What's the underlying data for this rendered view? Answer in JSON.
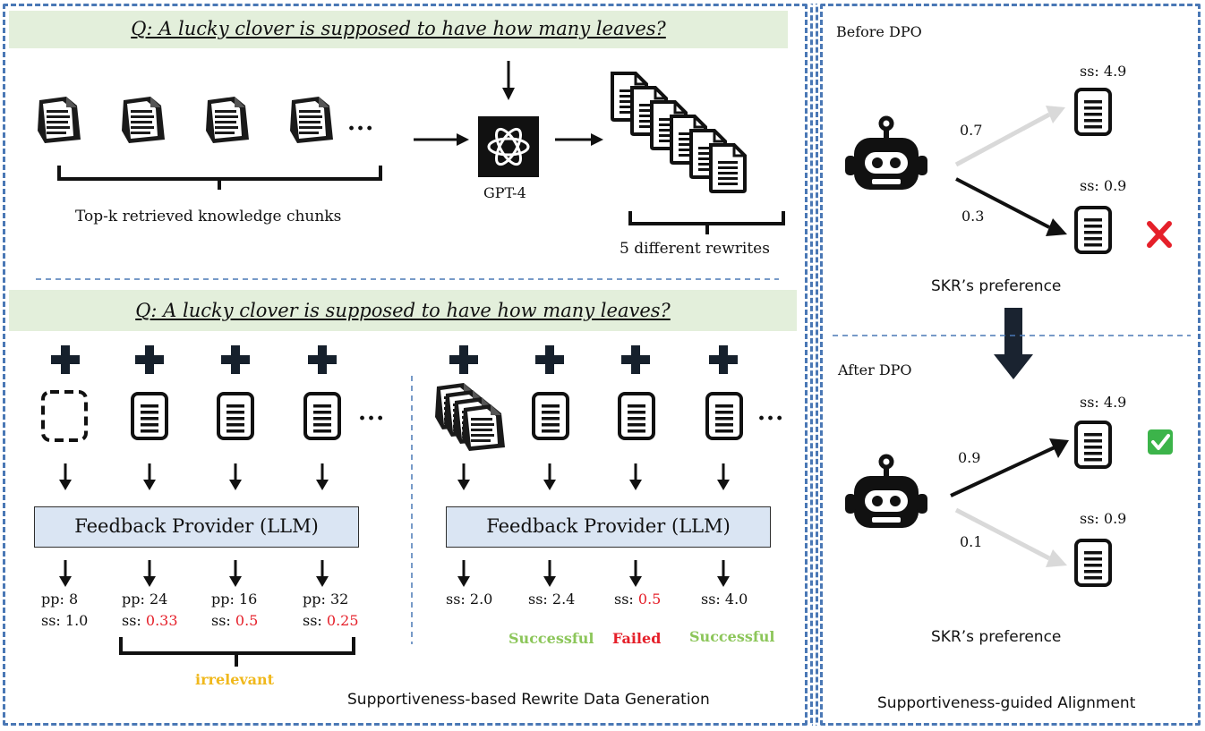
{
  "left_top": {
    "question": "Q: A lucky clover is supposed to have how many leaves?",
    "chunks_label": "Top-k retrieved knowledge chunks",
    "gpt_label": "GPT-4",
    "rewrites_label": "5 different rewrites",
    "ellipsis": "..."
  },
  "left_bottom": {
    "question": "Q: A lucky clover is supposed to have how many leaves?",
    "feedback_provider_label": "Feedback Provider (LLM)",
    "pp_group": [
      {
        "pp": "pp: 8",
        "ss_prefix": "ss: ",
        "ss": "1.0",
        "ss_color": "#111111"
      },
      {
        "pp": "pp: 24",
        "ss_prefix": "ss: ",
        "ss": "0.33",
        "ss_color": "#e5202a"
      },
      {
        "pp": "pp: 16",
        "ss_prefix": "ss: ",
        "ss": "0.5",
        "ss_color": "#e5202a"
      },
      {
        "pp": "pp: 32",
        "ss_prefix": "ss: ",
        "ss": "0.25",
        "ss_color": "#e5202a"
      }
    ],
    "ss_group": [
      {
        "ss_prefix": "ss: ",
        "ss": "2.0",
        "ss_color": "#111111",
        "status": ""
      },
      {
        "ss_prefix": "ss: ",
        "ss": "2.4",
        "ss_color": "#111111",
        "status": "Successful"
      },
      {
        "ss_prefix": "ss: ",
        "ss": "0.5",
        "ss_color": "#e5202a",
        "status": "Failed"
      },
      {
        "ss_prefix": "ss: ",
        "ss": "4.0",
        "ss_color": "#111111",
        "status": "Successful"
      }
    ],
    "irrelevant_label": "irrelevant",
    "section_title": "Supportiveness-based Rewrite Data Generation",
    "ellipsis": "..."
  },
  "right": {
    "before_label": "Before DPO",
    "after_label": "After DPO",
    "before": {
      "p_top": "0.7",
      "p_bottom": "0.3",
      "ss_top": "ss: 4.9",
      "ss_bottom": "ss: 0.9"
    },
    "after": {
      "p_top": "0.9",
      "p_bottom": "0.1",
      "ss_top": "ss: 4.9",
      "ss_bottom": "ss: 0.9"
    },
    "preference_label": "SKR’s preference",
    "section_title": "Supportiveness-guided Alignment"
  },
  "colors": {
    "frame": "#4a78b5",
    "question_bg": "#e3efdb",
    "feedback_bg": "#dae5f3",
    "red": "#e5202a",
    "green": "#8cc65a",
    "yellow": "#f0b81c"
  }
}
